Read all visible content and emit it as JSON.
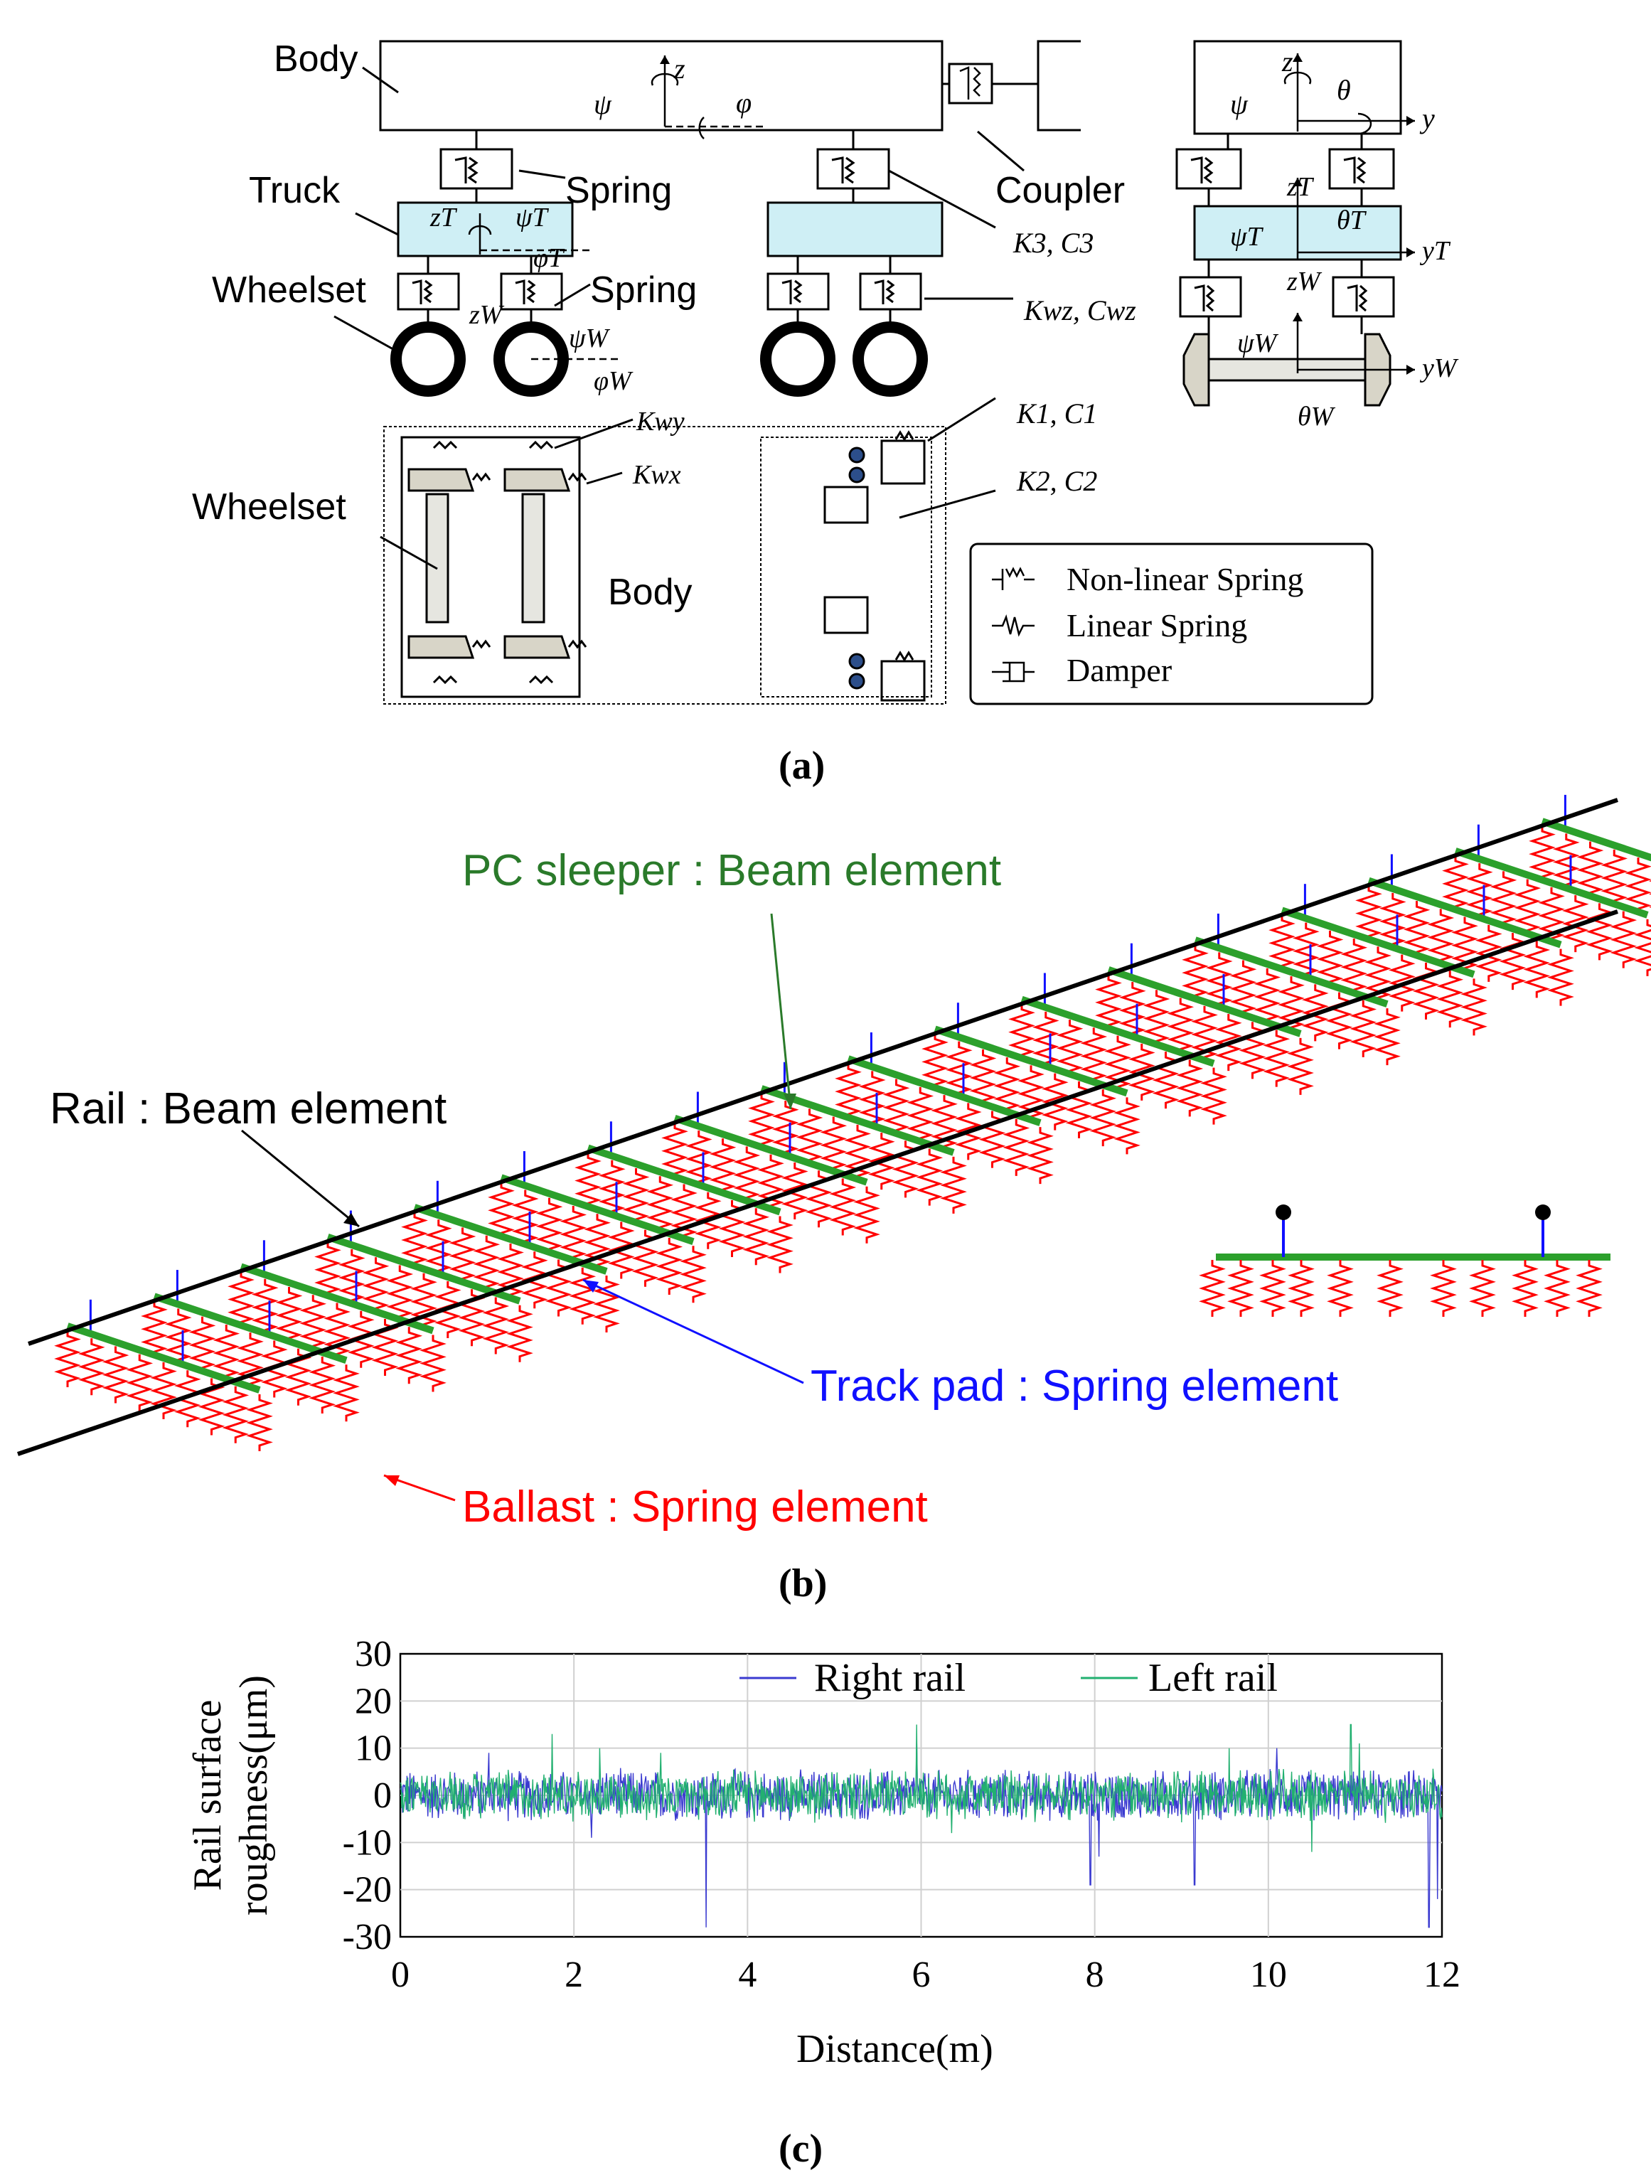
{
  "panel_a": {
    "caption": "(a)",
    "side_view": {
      "body_label": "Body",
      "truck_label": "Truck",
      "spring_label_1": "Spring",
      "spring_label_2": "Spring",
      "wheelset_label": "Wheelset",
      "coupler_label": "Coupler",
      "k3c3": "K3, C3",
      "kwz_cwz": "Kwz, Cwz",
      "k1c1": "K1, C1",
      "k2c2": "K2, C2",
      "kwy": "Kwy",
      "kwx": "Kwx",
      "symbols": {
        "psi": "ψ",
        "z": "z",
        "phi": "φ",
        "zT": "zT",
        "psiT": "ψT",
        "phiT": "φT",
        "zW": "zW",
        "psiW": "ψW",
        "phiW": "φW"
      }
    },
    "plan_view": {
      "wheelset_label": "Wheelset",
      "body_label": "Body"
    },
    "end_view": {
      "symbols": {
        "z": "z",
        "psi": "ψ",
        "theta": "θ",
        "y": "y",
        "zT": "zT",
        "psiT": "ψT",
        "thetaT": "θT",
        "yT": "yT",
        "zW": "zW",
        "psiW": "ψW",
        "yW": "yW",
        "thetaW": "θW"
      }
    },
    "legend": [
      {
        "symbol": "nonlinear-spring",
        "label": "Non-linear Spring"
      },
      {
        "symbol": "linear-spring",
        "label": "Linear Spring"
      },
      {
        "symbol": "damper",
        "label": "Damper"
      }
    ]
  },
  "panel_b": {
    "caption": "(b)",
    "sleeper_label": "PC sleeper : Beam element",
    "rail_label": "Rail : Beam element",
    "pad_label": "Track pad : Spring element",
    "ballast_label": "Ballast : Spring element",
    "colors": {
      "sleeper": "#2ca02c",
      "rail": "#000000",
      "pad": "#1010ff",
      "ballast": "#ff0000",
      "sleeper_text": "#2a7a2a"
    }
  },
  "panel_c": {
    "caption": "(c)",
    "chart_data": {
      "type": "line",
      "xlabel": "Distance(m)",
      "ylabel_line1": "Rail surface",
      "ylabel_line2": "roughness(μm)",
      "xlim": [
        0,
        12
      ],
      "ylim": [
        -30,
        30
      ],
      "xticks": [
        "0",
        "2",
        "4",
        "6",
        "8",
        "10",
        "12"
      ],
      "yticks": [
        "30",
        "20",
        "10",
        "0",
        "-10",
        "-20",
        "-30"
      ],
      "grid": true,
      "legend_position": "top",
      "series": [
        {
          "name": "Right rail",
          "color": "#3a3ad0",
          "typical_amplitude_um": 5,
          "spikes": [
            [
              1.02,
              9
            ],
            [
              2.2,
              -9
            ],
            [
              3.52,
              -28
            ],
            [
              5.95,
              12
            ],
            [
              7.95,
              -19
            ],
            [
              8.05,
              -13
            ],
            [
              9.15,
              -19
            ],
            [
              10.1,
              10
            ],
            [
              11.85,
              -28
            ],
            [
              11.95,
              -22
            ]
          ]
        },
        {
          "name": "Left rail",
          "color": "#22b070",
          "typical_amplitude_um": 5,
          "spikes": [
            [
              1.75,
              13
            ],
            [
              2.3,
              10
            ],
            [
              3.0,
              9
            ],
            [
              5.95,
              15
            ],
            [
              6.35,
              -8
            ],
            [
              9.55,
              10
            ],
            [
              10.95,
              15
            ],
            [
              10.5,
              -12
            ],
            [
              11.05,
              11
            ]
          ]
        }
      ]
    }
  }
}
